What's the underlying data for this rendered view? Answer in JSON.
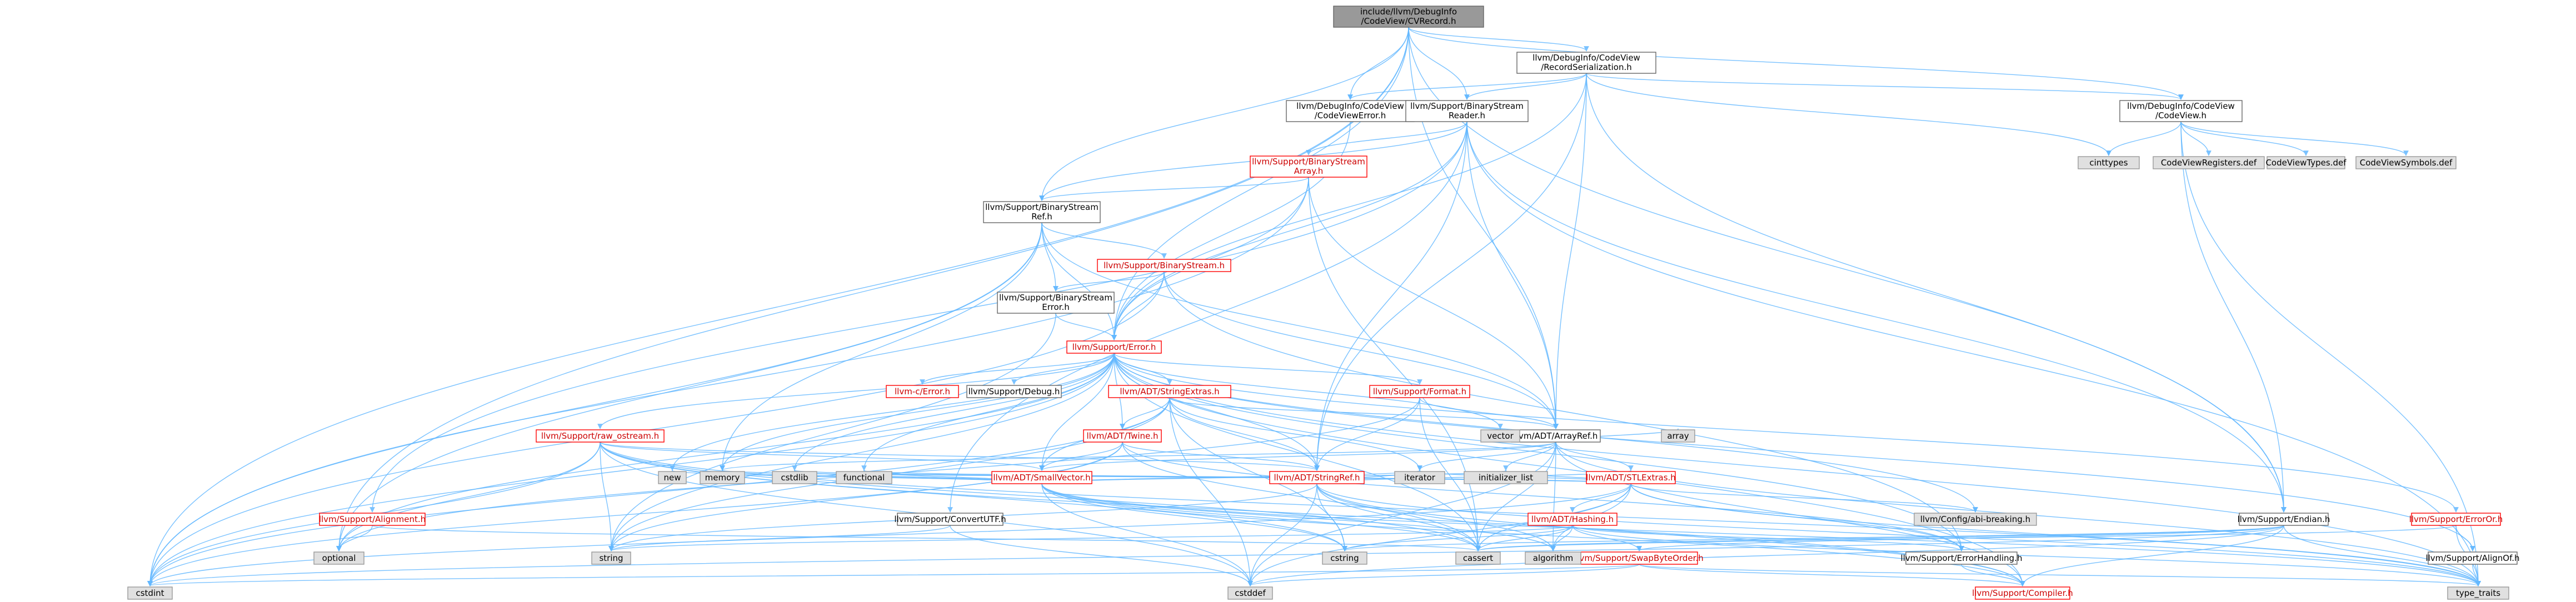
{
  "nodes": {
    "root": [
      "include/llvm/DebugInfo",
      "/CodeView/CVRecord.h"
    ],
    "record_serialization": [
      "llvm/DebugInfo/CodeView",
      "/RecordSerialization.h"
    ],
    "codeview_error": [
      "llvm/DebugInfo/CodeView",
      "/CodeViewError.h"
    ],
    "binary_stream_reader": [
      "llvm/Support/BinaryStream",
      "Reader.h"
    ],
    "codeview": [
      "llvm/DebugInfo/CodeView",
      "/CodeView.h"
    ],
    "cinttypes": [
      "cinttypes"
    ],
    "codeview_registers": [
      "CodeViewRegisters.def"
    ],
    "codeview_types": [
      "CodeViewTypes.def"
    ],
    "codeview_symbols": [
      "CodeViewSymbols.def"
    ],
    "binary_stream_array": [
      "llvm/Support/BinaryStream",
      "Array.h"
    ],
    "binary_stream_ref": [
      "llvm/Support/BinaryStream",
      "Ref.h"
    ],
    "binary_stream": [
      "llvm/Support/BinaryStream.h"
    ],
    "binary_stream_error": [
      "llvm/Support/BinaryStream",
      "Error.h"
    ],
    "support_error": [
      "llvm/Support/Error.h"
    ],
    "c_error": [
      "llvm-c/Error.h"
    ],
    "support_debug": [
      "llvm/Support/Debug.h"
    ],
    "string_extras": [
      "llvm/ADT/StringExtras.h"
    ],
    "format": [
      "llvm/Support/Format.h"
    ],
    "array_ref": [
      "llvm/ADT/ArrayRef.h"
    ],
    "twine": [
      "llvm/ADT/Twine.h"
    ],
    "raw_ostream": [
      "llvm/Support/raw_ostream.h"
    ],
    "small_vector": [
      "llvm/ADT/SmallVector.h"
    ],
    "string_ref": [
      "llvm/ADT/StringRef.h"
    ],
    "stl_extras": [
      "llvm/ADT/STLExtras.h"
    ],
    "hashing": [
      "llvm/ADT/Hashing.h"
    ],
    "alignment": [
      "llvm/Support/Alignment.h"
    ],
    "convert_utf": [
      "llvm/Support/ConvertUTF.h"
    ],
    "swap_byte_order": [
      "llvm/Support/SwapByteOrder.h"
    ],
    "error_handling": [
      "llvm/Support/ErrorHandling.h"
    ],
    "endian": [
      "llvm/Support/Endian.h"
    ],
    "error_or": [
      "llvm/Support/ErrorOr.h"
    ],
    "align_of": [
      "llvm/Support/AlignOf.h"
    ],
    "compiler": [
      "llvm/Support/Compiler.h"
    ],
    "abi_breaking": [
      "llvm/Config/abi-breaking.h"
    ],
    "vector": [
      "vector"
    ],
    "array": [
      "array"
    ],
    "new": [
      "new"
    ],
    "memory": [
      "memory"
    ],
    "cstdlib": [
      "cstdlib"
    ],
    "functional": [
      "functional"
    ],
    "iterator": [
      "iterator"
    ],
    "initializer_list": [
      "initializer_list"
    ],
    "optional": [
      "optional"
    ],
    "string": [
      "string"
    ],
    "cstring": [
      "cstring"
    ],
    "cassert": [
      "cassert"
    ],
    "algorithm": [
      "algorithm"
    ],
    "cstddef": [
      "cstddef"
    ],
    "type_traits": [
      "type_traits"
    ],
    "cstdint": [
      "cstdint"
    ]
  },
  "colors": {
    "edge": "#63b8ff",
    "root_fill": "#999999",
    "system_fill": "#e0e0e0",
    "red_border": "#ff0000",
    "border": "#666666"
  }
}
